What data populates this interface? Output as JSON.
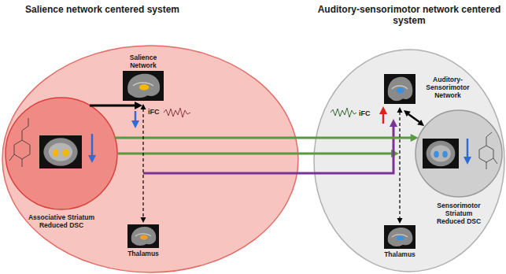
{
  "diagram": {
    "nodes": [
      {
        "text": [
          "Salience network centered system"
        ]
      },
      {
        "text": [
          "Salience Network"
        ],
        "in": 0
      },
      {
        "text": [
          "Associative Striatum Reduced DSC"
        ],
        "in": 0
      },
      {
        "text": [
          "Thalamus"
        ],
        "in": 0
      },
      {
        "text": [
          "Auditory-sensorimotor network centered system"
        ]
      },
      {
        "text": [
          "Auditory-Sensorimotor Network"
        ],
        "in": 4
      },
      {
        "text": [
          "Sensorimotor Striatum Reduced DSC"
        ],
        "in": 4
      },
      {
        "text": [
          "Thalamus"
        ],
        "in": 4
      }
    ],
    "edges": [
      {
        "from": 2,
        "to": 6,
        "arrow": "to"
      },
      {
        "from": 1,
        "to": 3,
        "arrow": "both",
        "label": "iFC"
      },
      {
        "from": 5,
        "to": 7,
        "arrow": "both",
        "label": "iFC"
      }
    ]
  }
}
